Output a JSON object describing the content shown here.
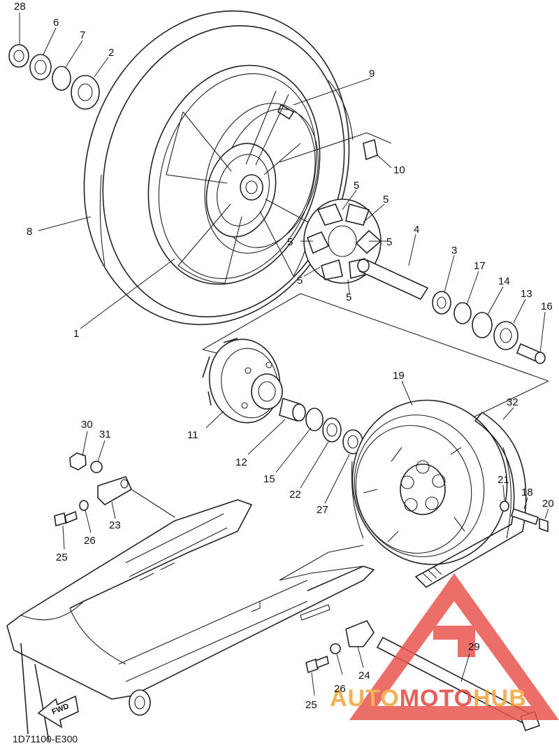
{
  "diagram": {
    "code": "1D71100-E300",
    "fwd_label": "FWD",
    "watermark": {
      "part1": "AUTO",
      "part2": "MOTO",
      "part3": "HUB",
      "color_orange": "#f2a33a",
      "color_red": "#e0453c",
      "logo_color": "#e8564e"
    },
    "labels": {
      "p28": "28",
      "p6": "6",
      "p7": "7",
      "p2": "2",
      "p9": "9",
      "p10": "10",
      "p8": "8",
      "p1": "1",
      "p5a": "5",
      "p5b": "5",
      "p5c": "5",
      "p5d": "5",
      "p5e": "5",
      "p5f": "5",
      "p4": "4",
      "p3": "3",
      "p17": "17",
      "p14": "14",
      "p13": "13",
      "p16": "16",
      "p11": "11",
      "p12": "12",
      "p15": "15",
      "p22": "22",
      "p27": "27",
      "p19": "19",
      "p32": "32",
      "p21": "21",
      "p18": "18",
      "p20": "20",
      "p30": "30",
      "p31": "31",
      "p23": "23",
      "p26a": "26",
      "p25a": "25",
      "p29": "29",
      "p24": "24",
      "p26b": "26",
      "p25b": "25"
    }
  }
}
